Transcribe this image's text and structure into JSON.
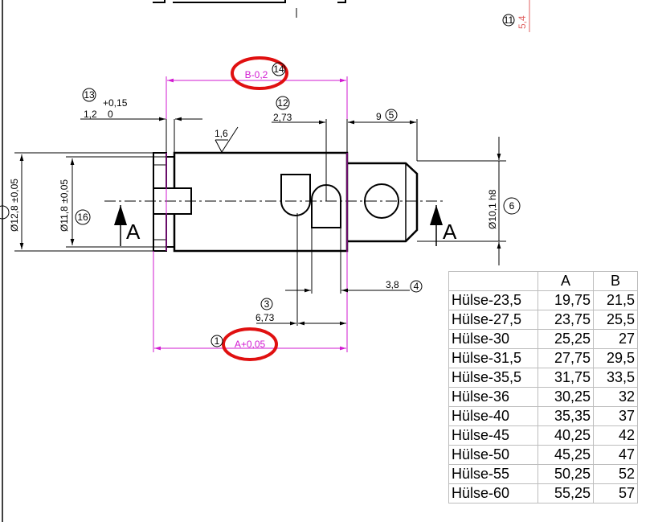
{
  "drawing": {
    "balloons": [
      "1",
      "3",
      "4",
      "6",
      "11",
      "12",
      "13",
      "14",
      "16"
    ],
    "dimensions": {
      "top_b": "B-0,2",
      "bottom_a": "A+0,05",
      "tol_length": "1,2",
      "tol_upper": "+0,15",
      "tol_lower": "0",
      "roughness": "1,6",
      "dim_12": "2,73",
      "dim_5": "9",
      "dim_4": "3,8",
      "dim_3": "6,73",
      "dia_outer": "Ø12,8 ±0,05",
      "dia_inner": "Ø11,8 ±0,05",
      "dia_pin": "Ø10,1 h8",
      "top_red_value": "5,4"
    },
    "section_label": "A",
    "colors": {
      "highlight_circle": "#e01010",
      "dimension_magenta": "#d21ad2",
      "red_text": "#e06060"
    }
  },
  "table": {
    "headers": [
      "",
      "A",
      "B"
    ],
    "rows": [
      [
        "Hülse-23,5",
        "19,75",
        "21,5"
      ],
      [
        "Hülse-27,5",
        "23,75",
        "25,5"
      ],
      [
        "Hülse-30",
        "25,25",
        "27"
      ],
      [
        "Hülse-31,5",
        "27,75",
        "29,5"
      ],
      [
        "Hülse-35,5",
        "31,75",
        "33,5"
      ],
      [
        "Hülse-36",
        "30,25",
        "32"
      ],
      [
        "Hülse-40",
        "35,35",
        "37"
      ],
      [
        "Hülse-45",
        "40,25",
        "42"
      ],
      [
        "Hülse-50",
        "45,25",
        "47"
      ],
      [
        "Hülse-55",
        "50,25",
        "52"
      ],
      [
        "Hülse-60",
        "55,25",
        "57"
      ]
    ]
  }
}
